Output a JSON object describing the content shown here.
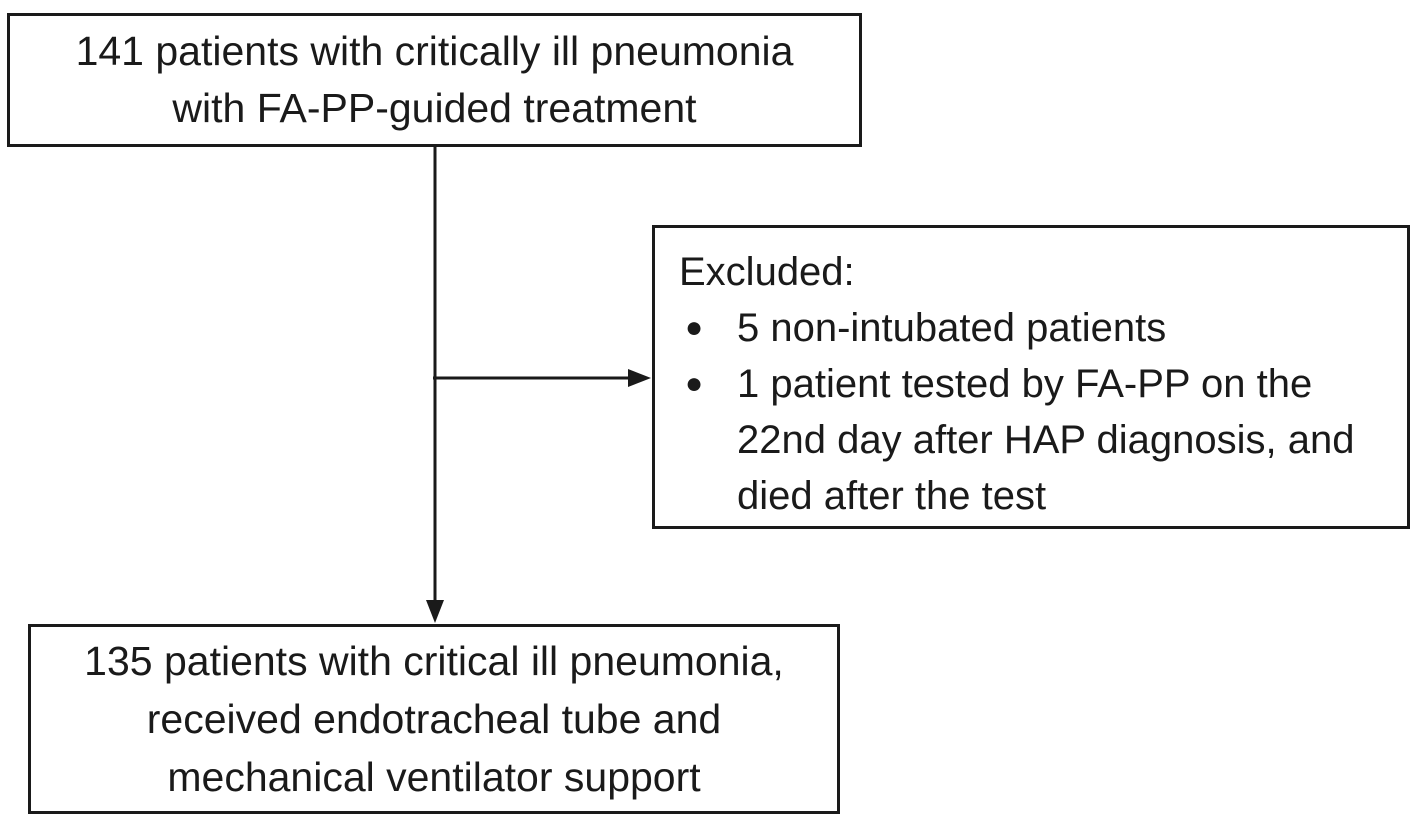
{
  "figure": {
    "type": "patient-flowchart",
    "background": "#ffffff",
    "ink_color": "#1a1a1a"
  },
  "nodes": {
    "enrolled": {
      "line1": "141 patients with critically ill pneumonia",
      "line2": "with FA-PP-guided treatment"
    },
    "excluded": {
      "title": "Excluded:",
      "bullet_glyph": "●",
      "item1_line1": "5 non-intubated patients",
      "item2_line1": "1 patient tested by FA-PP on the",
      "item2_line2": "22nd day after HAP diagnosis, and",
      "item2_line3": "died after the test"
    },
    "final": {
      "line1": "135 patients with critical ill pneumonia,",
      "line2": "received endotracheal tube and",
      "line3": "mechanical ventilator support"
    }
  },
  "edges": [
    {
      "from": "enrolled",
      "to": "final",
      "style": "arrow-down"
    },
    {
      "from": "enrolled-to-final-connector",
      "to": "excluded",
      "style": "arrow-right"
    }
  ]
}
